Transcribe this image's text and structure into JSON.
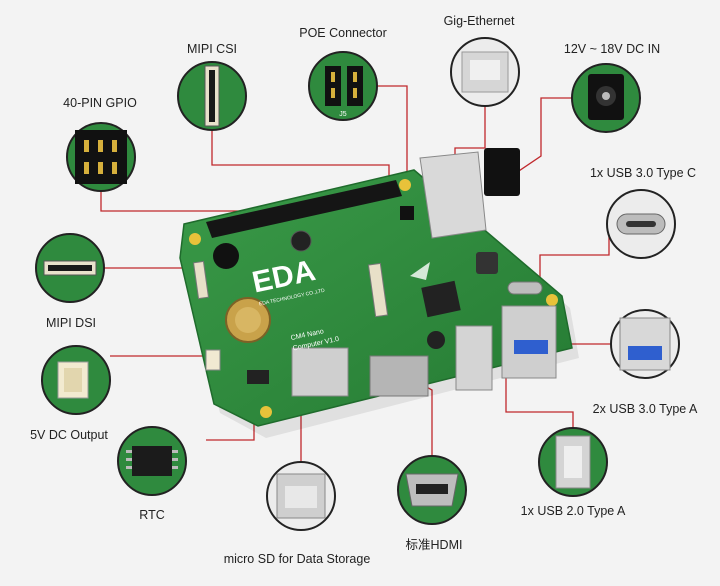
{
  "labels": {
    "mipi_csi": "MIPI CSI",
    "poe": "POE Connector",
    "gig_eth": "Gig-Ethernet",
    "dc_in": "12V ~ 18V DC IN",
    "gpio": "40-PIN GPIO",
    "usb_c": "1x USB 3.0 Type C",
    "mipi_dsi": "MIPI DSI",
    "dc_out": "5V DC Output",
    "usb3a": "2x USB 3.0 Type A",
    "rtc": "RTC",
    "usb2a": "1x USB 2.0 Type A",
    "hdmi": "标准HDMI",
    "sd": "micro SD for Data Storage"
  },
  "board": {
    "logo": "EDA",
    "company": "EDA TECHNOLOGY CO.,LTD",
    "product_line1": "CM4 Nano",
    "product_line2": "Computer V1.0",
    "pin_label": "J5"
  },
  "colors": {
    "pcb": "#2f8a3e",
    "pcb_dark": "#1f6b2c",
    "leader": "#c0282c",
    "ring": "#222222",
    "label_text": "#222222"
  }
}
